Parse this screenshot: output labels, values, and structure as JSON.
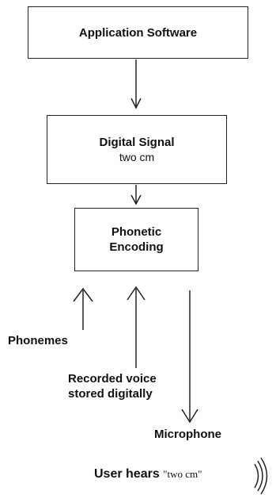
{
  "boxes": {
    "application_software": "Application Software",
    "digital_signal_title": "Digital Signal",
    "digital_signal_sub": "two cm",
    "phonetic_line1": "Phonetic",
    "phonetic_line2": "Encoding"
  },
  "labels": {
    "phonemes": "Phonemes",
    "recorded_line1": "Recorded voice",
    "recorded_line2": "stored digitally",
    "microphone": "Microphone"
  },
  "output": {
    "prefix": "User hears",
    "quote": "\"two cm\"",
    "icon": "sound-waves-icon"
  }
}
